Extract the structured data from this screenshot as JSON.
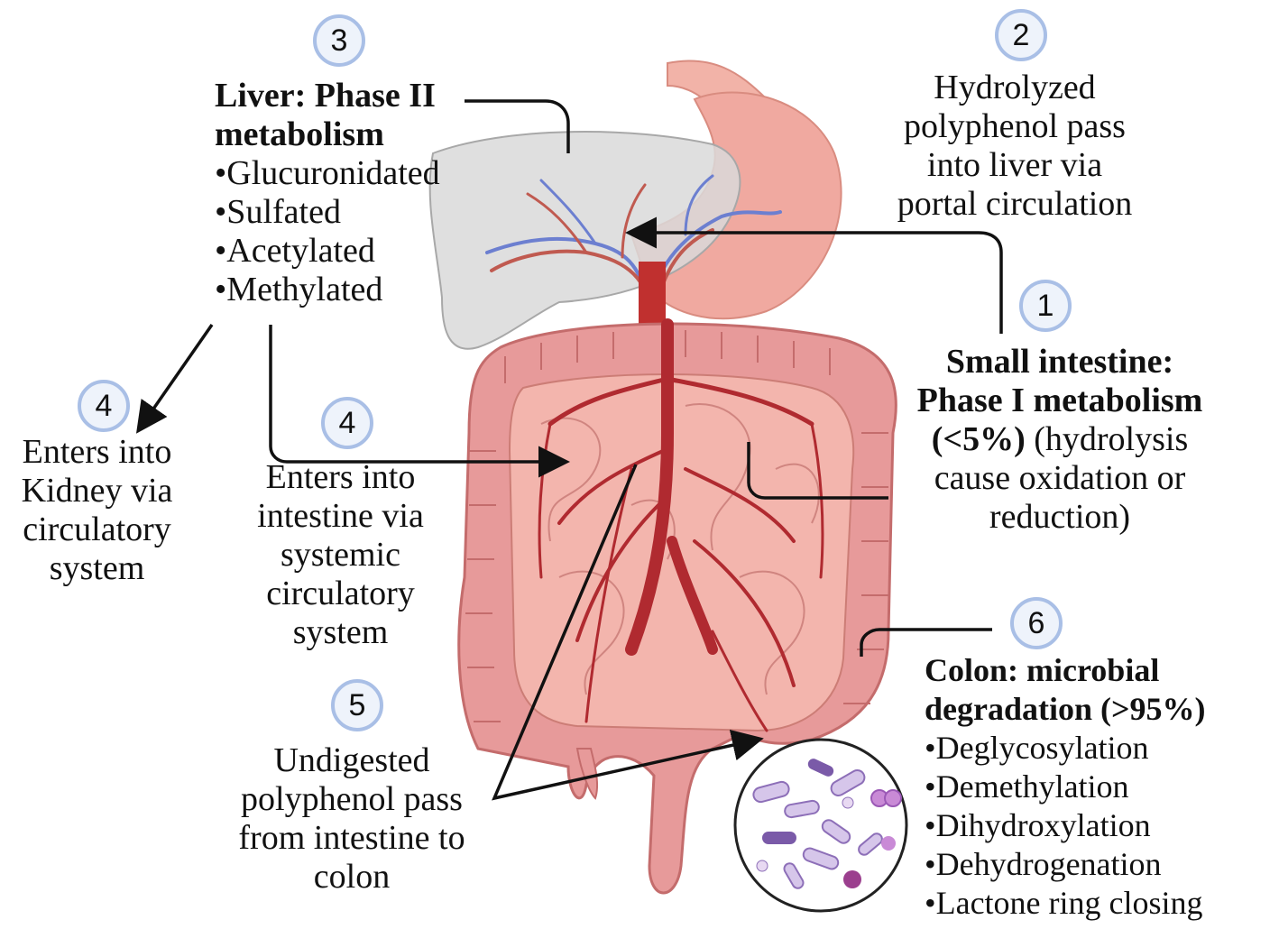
{
  "steps": [
    {
      "number": "1",
      "title": "Small intestine: Phase I metabolism",
      "lines": [
        "Small intestine:",
        "Phase I metabolism"
      ],
      "bold_pct": "(<5%)",
      "rest": " (hydrolysis",
      "extra": [
        "cause oxidation or",
        "reduction)"
      ]
    },
    {
      "number": "2",
      "lines": [
        "Hydrolyzed",
        "polyphenol pass",
        "into liver via",
        "portal circulation"
      ]
    },
    {
      "number": "3",
      "title_lines": [
        "Liver: Phase II",
        "metabolism"
      ],
      "items": [
        "•Glucuronidated",
        "•Sulfated",
        "•Acetylated",
        "•Methylated"
      ]
    },
    {
      "number": "4",
      "lines": [
        "Enters into",
        "Kidney via",
        "circulatory",
        "system"
      ]
    },
    {
      "number": "4",
      "lines": [
        "Enters into",
        "intestine via",
        "systemic",
        "circulatory",
        "system"
      ]
    },
    {
      "number": "5",
      "lines": [
        "Undigested",
        "polyphenol pass",
        "from intestine to",
        "colon"
      ]
    },
    {
      "number": "6",
      "title_lines": [
        "Colon: microbial",
        "degradation (>95%)"
      ],
      "items": [
        "•Deglycosylation",
        "•Demethylation",
        "•Dihydroxylation",
        "•Dehydrogenation",
        "•Lactone ring closing"
      ]
    }
  ],
  "colors": {
    "accent": "#a9bfe6",
    "arrow": "#111111",
    "intestine": "#e79a9a",
    "vessel": "#b02a30",
    "liver": "#d9d9d9",
    "stomach": "#f0a9a0"
  }
}
